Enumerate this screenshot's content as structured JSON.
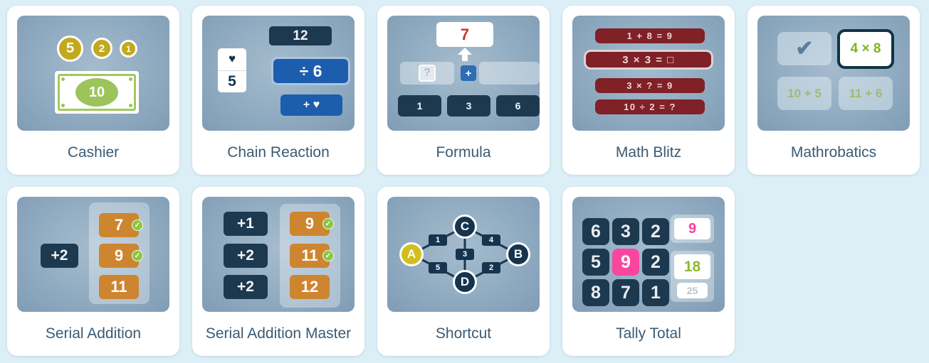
{
  "colors": {
    "page_bg": "#dceef6",
    "card_bg": "#ffffff",
    "thumb_bg": "#8eaac0",
    "label_text": "#3b5a72",
    "navy_tile": "#1d3950",
    "action_blue": "#1d5dad",
    "maroon_bar": "#7f2127",
    "orange_tile": "#ce8530",
    "pink_highlight": "#f8469f",
    "check_green": "#8cc63f",
    "coin_gold": "#c2a91c",
    "money_green": "#9cc45a",
    "answer_green": "#8fb92e",
    "start_node_yellow": "#d2bf1e",
    "formula_red": "#cc3726"
  },
  "games": {
    "cashier": {
      "label": "Cashier",
      "coins": [
        "5",
        "2",
        "1"
      ],
      "bill_value": "10"
    },
    "chain_reaction": {
      "label": "Chain Reaction",
      "top_value": "12",
      "domino_suit": "♥",
      "domino_value": "5",
      "operation": "÷ 6",
      "next_operation": "+ ♥"
    },
    "formula": {
      "label": "Formula",
      "target": "7",
      "unknown": "?",
      "operator": "+",
      "number_tiles": [
        "1",
        "3",
        "6"
      ]
    },
    "math_blitz": {
      "label": "Math Blitz",
      "equations": [
        "1 + 8 = 9",
        "3 × 3 = □",
        "3 × ? = 9",
        "10 ÷ 2 = ?"
      ]
    },
    "mathrobatics": {
      "label": "Mathrobatics",
      "check": "✔",
      "active_problem": "4 × 8",
      "options": [
        "10 + 5",
        "11 + 6"
      ]
    },
    "serial_addition": {
      "label": "Serial Addition",
      "operator": "+2",
      "answers": [
        "7",
        "9",
        "11"
      ],
      "check_glyph": "✓"
    },
    "serial_addition_master": {
      "label": "Serial Addition Master",
      "operators": [
        "+1",
        "+2",
        "+2"
      ],
      "answers": [
        "9",
        "11",
        "12"
      ],
      "check_glyph": "✓"
    },
    "shortcut": {
      "label": "Shortcut",
      "nodes": {
        "a": "A",
        "b": "B",
        "c": "C",
        "d": "D"
      },
      "edge_weights": {
        "a_c": "1",
        "c_b": "4",
        "c_d": "3",
        "a_d": "5",
        "d_b": "2"
      }
    },
    "tally_total": {
      "label": "Tally Total",
      "grid": [
        [
          "6",
          "3",
          "2"
        ],
        [
          "5",
          "9",
          "2"
        ],
        [
          "8",
          "7",
          "1"
        ]
      ],
      "picked_value": "9",
      "running_total": "18",
      "target_total": "25"
    }
  }
}
